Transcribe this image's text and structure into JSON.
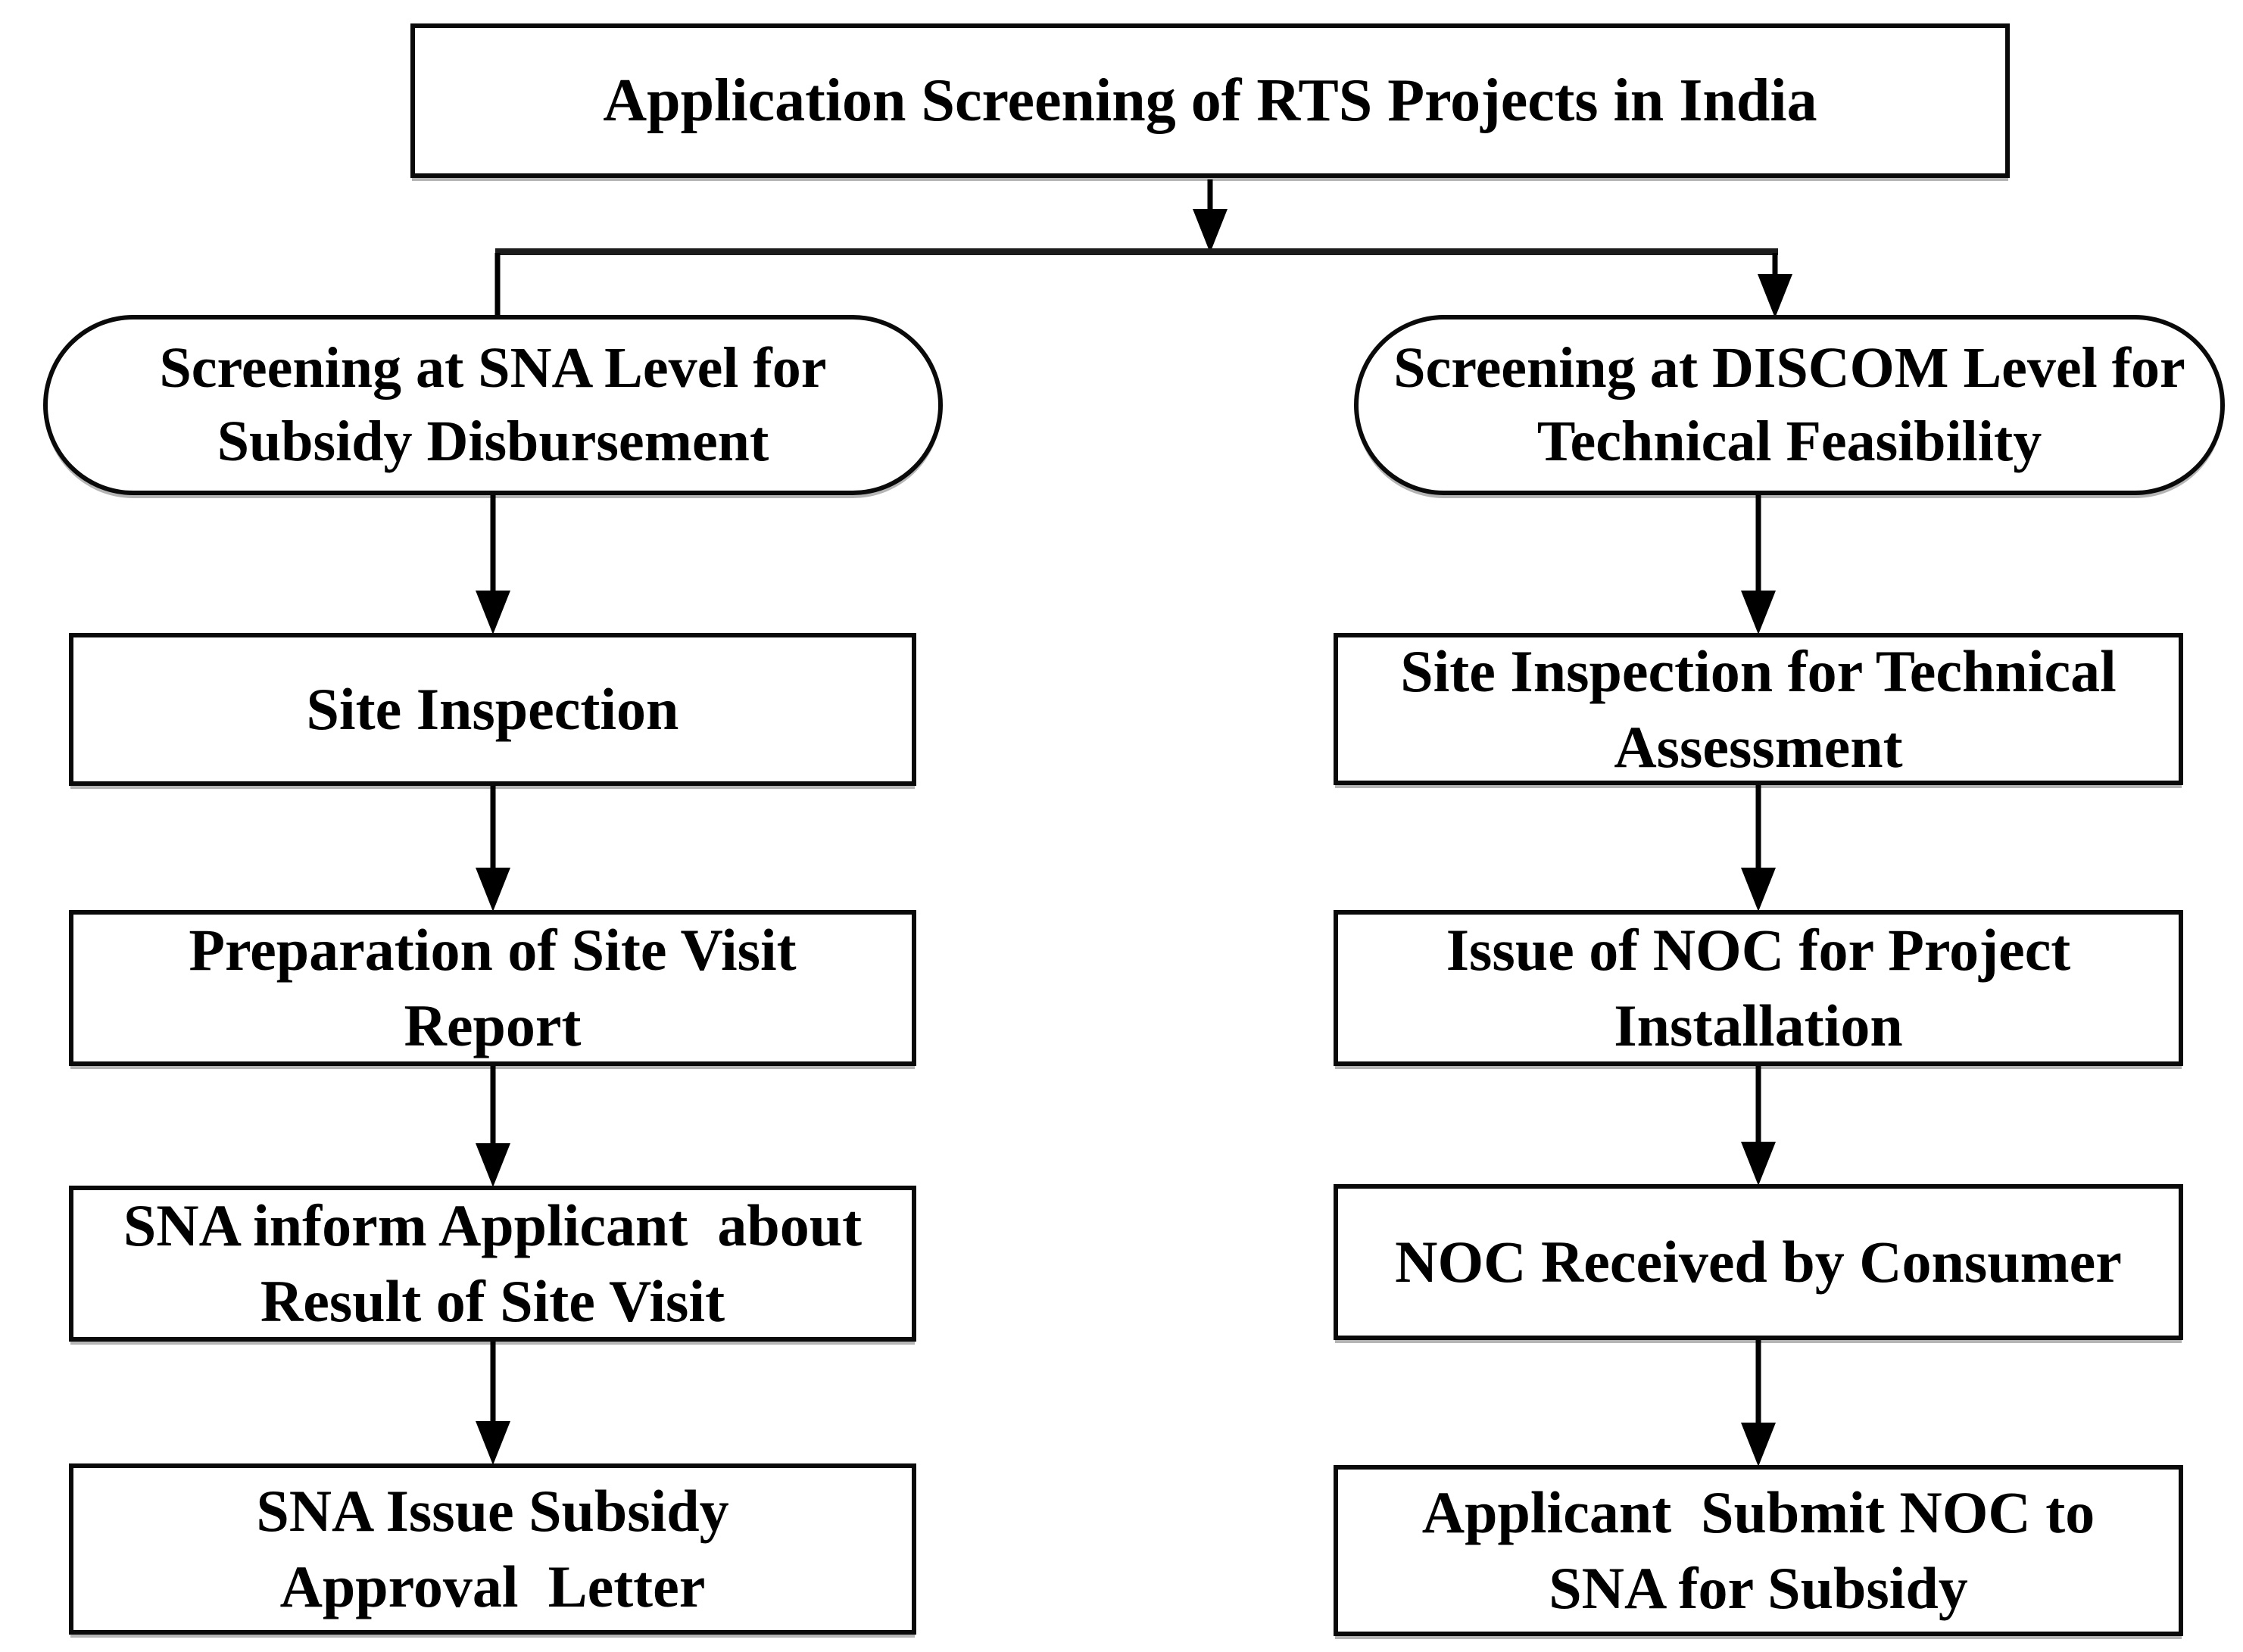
{
  "flowchart": {
    "title": "Application Screening of RTS Projects in India",
    "branches": [
      {
        "name": "SNA",
        "header": "Screening at SNA Level for\nSubsidy Disbursement",
        "steps": [
          "Site Inspection",
          "Preparation of Site Visit\nReport",
          "SNA inform Applicant  about\nResult of Site Visit",
          "SNA Issue Subsidy\nApproval  Letter"
        ]
      },
      {
        "name": "DISCOM",
        "header": "Screening at DISCOM Level for\nTechnical Feasibility",
        "steps": [
          "Site Inspection for Technical\nAssessment",
          "Issue of NOC for Project\nInstallation",
          "NOC Received by Consumer",
          "Applicant  Submit NOC to\nSNA for Subsidy"
        ]
      }
    ],
    "colors": {
      "line": "#000000",
      "box_border": "#0a0a0a",
      "box_fill": "#ffffff",
      "text": "#000000",
      "background": "#ffffff"
    }
  }
}
